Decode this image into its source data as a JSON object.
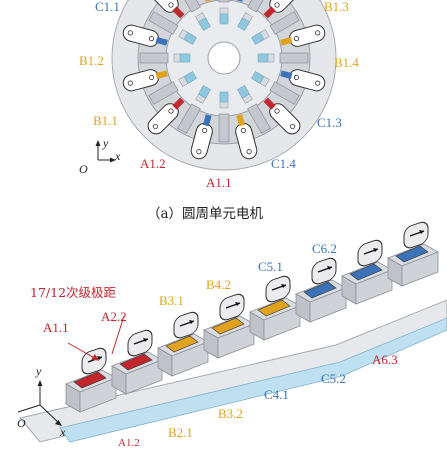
{
  "figure_a": {
    "caption": "（a）圆周单元电机",
    "labels": {
      "c1_1": "C1.1",
      "b1_3": "B1.3",
      "b1_2": "B1.2",
      "b1_4": "B1.4",
      "b1_1": "B1.1",
      "c1_3": "C1.3",
      "a1_2": "A1.2",
      "c1_4": "C1.4",
      "a1_1": "A1.1"
    },
    "axis": {
      "y": "y",
      "x": "x",
      "origin": "O"
    }
  },
  "figure_b": {
    "pole_pitch": "17/12次级极距",
    "labels": {
      "c6_2": "C6.2",
      "c5_1": "C5.1",
      "b4_2": "B4.2",
      "b3_1": "B3.1",
      "a1_1": "A1.1",
      "a2_2": "A2.2",
      "a6_3": "A6.3",
      "c5_2": "C5.2",
      "c4_1": "C4.1",
      "b3_2": "B3.2",
      "b2_1": "B2.1",
      "a1_2": "A1.2"
    },
    "axis": {
      "y": "y",
      "x": "x",
      "origin": "O"
    }
  },
  "colors": {
    "phase_a": "#c2272d",
    "phase_b": "#e0a21f",
    "phase_c": "#3c73b8"
  }
}
